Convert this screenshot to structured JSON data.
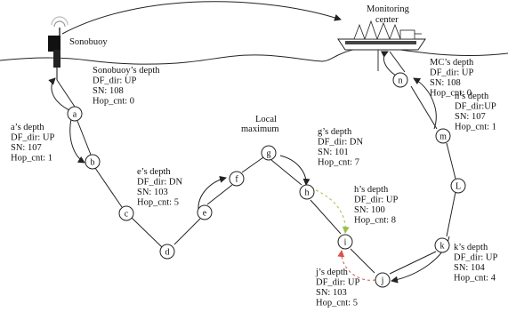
{
  "sonobuoy": {
    "label": "Sonobuoy"
  },
  "monitoring_center": {
    "line1": "Monitoring",
    "line2": "center"
  },
  "local_maximum": {
    "line1": "Local",
    "line2": "maximum"
  },
  "nodes": [
    "a",
    "b",
    "c",
    "d",
    "e",
    "f",
    "g",
    "h",
    "i",
    "j",
    "k",
    "L",
    "m",
    "n"
  ],
  "info": {
    "sonobuoy": [
      "Sonobuoy’s depth",
      "DF_dir: UP",
      "SN: 108",
      "Hop_cnt: 0"
    ],
    "a": [
      "a’s depth",
      "DF_dir: UP",
      "SN: 107",
      "Hop_cnt: 1"
    ],
    "e": [
      "e’s depth",
      "DF_dir: DN",
      "SN: 103",
      "Hop_cnt: 5"
    ],
    "g": [
      "g’s depth",
      "DF_dir: DN",
      "SN: 101",
      "Hop_cnt: 7"
    ],
    "h": [
      "h’s depth",
      "DF_dir: UP",
      "SN: 100",
      "Hop_cnt: 8"
    ],
    "j": [
      "j’s depth",
      "DF_dir: UP",
      "SN: 103",
      "Hop_cnt: 5"
    ],
    "k": [
      "k’s depth",
      "DF_dir: UP",
      "SN: 104",
      "Hop_cnt: 4"
    ],
    "n": [
      "n’s depth",
      "DF_dir:UP",
      "SN: 107",
      "Hop_cnt: 1"
    ],
    "mc": [
      "MC’s depth",
      "DF_dir: UP",
      "SN: 108",
      "Hop_cnt: 0"
    ]
  },
  "colors": {
    "line": "#222222",
    "green_dashed": "#9bbf4a",
    "red_dashed": "#d9534f",
    "buoy": "#111111"
  }
}
